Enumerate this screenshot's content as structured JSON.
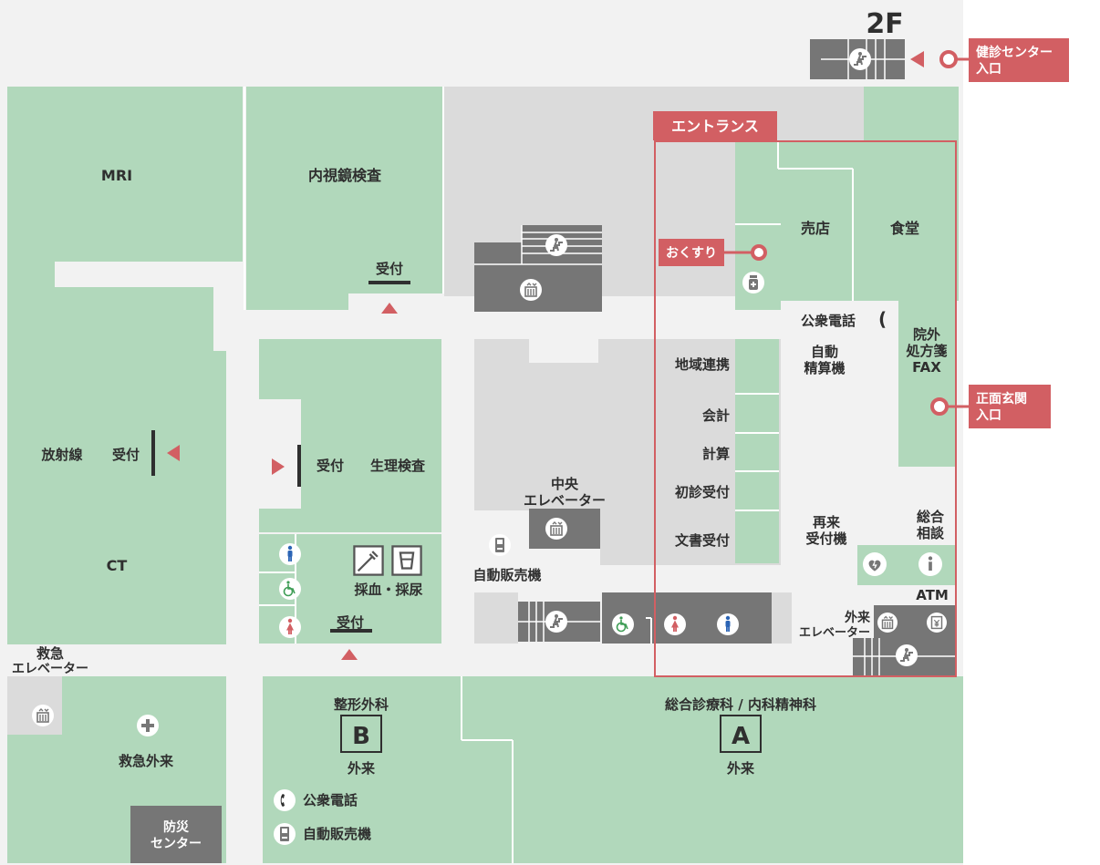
{
  "floor": "2F",
  "colors": {
    "green": "#b1d8bb",
    "grey_block": "#dbdbdb",
    "dark": "#767676",
    "accent": "#d25f63",
    "corridor": "#f2f2f2"
  },
  "rooms": {
    "mri": "MRI",
    "endoscopy": "内視鏡検査",
    "radiology": "放射線",
    "ct": "CT",
    "physiology": "生理検査",
    "blood_urine": "採血・採尿",
    "central_elevator_1": "中央",
    "central_elevator_2": "エレベーター",
    "vending": "自動販売機",
    "shop": "売店",
    "cafeteria": "食堂",
    "public_phone": "公衆電話",
    "auto_payment_1": "自動",
    "auto_payment_2": "精算機",
    "community": "地域連携",
    "accounting": "会計",
    "calculation": "計算",
    "first_visit": "初診受付",
    "documents": "文書受付",
    "revisit_1": "再来",
    "revisit_2": "受付機",
    "consult_1": "総合",
    "consult_2": "相談",
    "fax_1": "院外",
    "fax_2": "処方箋",
    "fax_3": "FAX",
    "atm": "ATM",
    "outpatient_elev_1": "外来",
    "outpatient_elev_2": "エレベーター",
    "emergency_elev_1": "救急",
    "emergency_elev_2": "エレベーター",
    "emergency_out": "救急外来",
    "disaster_1": "防災",
    "disaster_2": "センター",
    "ortho": "整形外科",
    "ortho_letter": "B",
    "ortho_out": "外来",
    "general": "総合診療科 / 内科精神科",
    "general_letter": "A",
    "general_out": "外来",
    "phone_b": "公衆電話",
    "vending_b": "自動販売機",
    "entrance_banner": "エントランス",
    "medicine_tag": "おくすり"
  },
  "reception": "受付",
  "entrances": {
    "health_center_1": "健診センター",
    "health_center_2": "入口",
    "main_1": "正面玄関",
    "main_2": "入口"
  },
  "icons": {
    "stairs": "stairs-icon",
    "elevator": "elevator-icon",
    "toilet_male": "toilet-male-icon",
    "toilet_female": "toilet-female-icon",
    "accessible": "wheelchair-icon",
    "syringe": "syringe-icon",
    "cup": "urine-cup-icon",
    "vending": "vending-machine-icon",
    "medicine": "medicine-bottle-icon",
    "phone": "phone-icon",
    "aed": "aed-icon",
    "info": "info-icon",
    "atm": "atm-icon",
    "emergency_cross": "plus-cross-icon"
  }
}
